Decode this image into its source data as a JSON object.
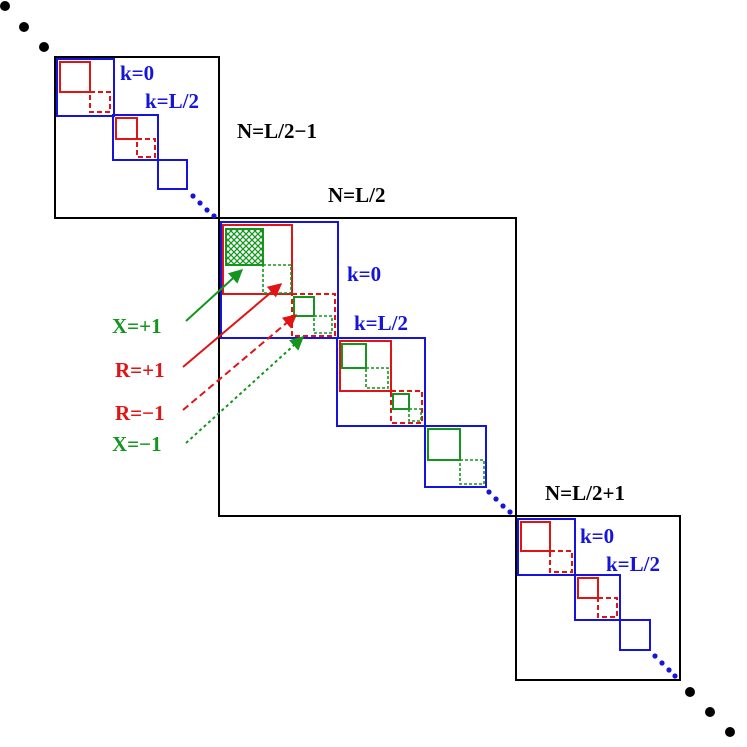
{
  "colors": {
    "black": "#000000",
    "blue": "#1414dc",
    "red": "#e01414",
    "green": "#14961e",
    "background": "#ffffff"
  },
  "sectors": {
    "first": {
      "label": "N=L/2−1",
      "k0": "k=0",
      "kL2": "k=L/2"
    },
    "middle": {
      "label": "N=L/2",
      "k0": "k=0",
      "kL2": "k=L/2"
    },
    "last": {
      "label": "N=L/2+1",
      "k0": "k=0",
      "kL2": "k=L/2"
    }
  },
  "symmetry_labels": {
    "x_plus": "X=+1",
    "r_plus": "R=+1",
    "r_minus": "R=−1",
    "x_minus": "X=−1"
  }
}
